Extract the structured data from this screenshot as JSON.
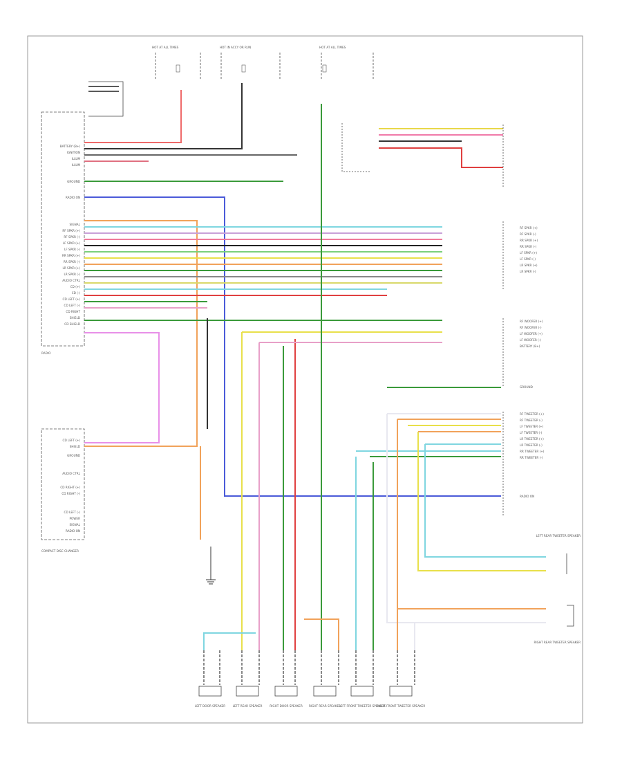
{
  "figure_id": "",
  "modules": {
    "radio": {
      "label": "RADIO"
    },
    "cd_changer": {
      "label": "COMPACT DISC CHANGER"
    }
  },
  "radio_pins": {
    "upper": [
      "BATTERY (B+)",
      "IGNITION",
      "ILLUM",
      "ILLUM",
      "GROUND",
      "RADIO ON"
    ],
    "lower": [
      "SIGNAL",
      "RF SPKR (+)",
      "RF SPKR (-)",
      "LF SPKR (+)",
      "LF SPKR (-)",
      "RR SPKR (+)",
      "RR SPKR (-)",
      "LR SPKR (+)",
      "LR SPKR (-)",
      "AUDIO CTRL",
      "CD (+)",
      "CD (-)",
      "CD LEFT (+)",
      "CD LEFT (-)",
      "CD RIGHT",
      "SHIELD",
      "CD SHIELD"
    ]
  },
  "cd_pins": [
    "CD LEFT (+)",
    "SHIELD",
    "GROUND",
    "AUDIO CTRL",
    "CD RIGHT (+)",
    "CD RIGHT (-)",
    "CD LEFT (-)",
    "POWER",
    "SIGNAL",
    "RADIO ON"
  ],
  "right_pins_upper": [
    "RF SPKR (+)",
    "RF SPKR (-)",
    "RR SPKR (+)",
    "RR SPKR (-)",
    "LF SPKR (+)",
    "LF SPKR (-)",
    "LR SPKR (+)",
    "LR SPKR (-)"
  ],
  "right_pins_middle": [
    "RF WOOFER (+)",
    "RF WOOFER (-)",
    "LF WOOFER (+)",
    "LF WOOFER (-)",
    "BATTERY (B+)"
  ],
  "right_pins_lower": [
    "RF TWEETER (+)",
    "RF TWEETER (-)",
    "LF TWEETER (+)",
    "LF TWEETER (-)",
    "LR TWEETER (+)",
    "LR TWEETER (-)",
    "RR TWEETER (+)",
    "RR TWEETER (-)"
  ],
  "ground_label": "GROUND",
  "radio_on_label": "RADIO ON",
  "speakers": [
    {
      "label": "LEFT DOOR SPEAKER"
    },
    {
      "label": "LEFT REAR SPEAKER"
    },
    {
      "label": "RIGHT DOOR SPEAKER"
    },
    {
      "label": "RIGHT REAR SPEAKER"
    },
    {
      "label": "LEFT FRONT TWEETER SPEAKER"
    },
    {
      "label": "RIGHT FRONT TWEETER SPEAKER"
    }
  ],
  "tweeter_labels": [
    "LEFT REAR TWEETER SPEAKER",
    "RIGHT REAR TWEETER SPEAKER"
  ],
  "fuse_labels": [
    "HOT AT ALL TIMES",
    "HOT IN ACCY OR RUN",
    "HOT AT ALL TIMES"
  ]
}
